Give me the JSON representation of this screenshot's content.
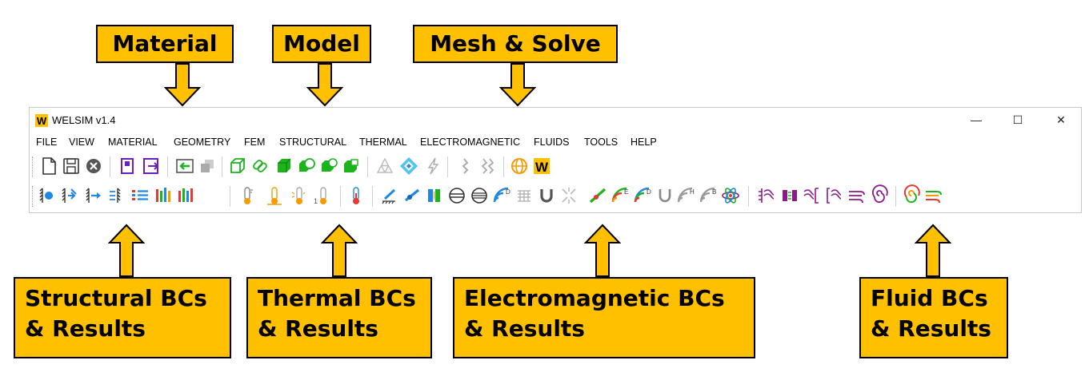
{
  "callouts_top": {
    "material": "Material",
    "model": "Model",
    "mesh_solve": "Mesh & Solve"
  },
  "callouts_bottom": {
    "structural": [
      "Structural BCs",
      "& Results"
    ],
    "thermal": [
      "Thermal BCs",
      "& Results"
    ],
    "electromagnetic": [
      "Electromagnetic BCs",
      "& Results"
    ],
    "fluid": [
      "Fluid BCs",
      "& Results"
    ]
  },
  "window": {
    "logo": "W",
    "title": "WELSIM v1.4",
    "controls": {
      "minimize": "—",
      "maximize": "☐",
      "close": "✕"
    }
  },
  "menu": [
    "FILE",
    "VIEW",
    "MATERIAL",
    "GEOMETRY",
    "FEM",
    "STRUCTURAL",
    "THERMAL",
    "ELECTROMAGNETIC",
    "FLUIDS",
    "TOOLS",
    "HELP"
  ],
  "toolbar1_icons": [
    "new-file-icon",
    "save-icon",
    "close-circle-icon",
    "material-book-icon",
    "export-icon",
    "import-geometry-icon",
    "copy-geometry-icon",
    "box-icon",
    "link-icon",
    "cube-green-icon",
    "cube-circle-icon",
    "cube-cut-icon",
    "cube-fill-icon",
    "mesh-icon",
    "solve-diamond-icon",
    "lightning-icon",
    "bolt-icon",
    "double-bolt-icon",
    "globe-icon",
    "welsim-logo-icon"
  ],
  "colors": {
    "callout": "#FFC000",
    "green": "#1DB31D",
    "blue": "#1E88E5",
    "orange": "#F59B00",
    "purple": "#8B1B8B"
  }
}
